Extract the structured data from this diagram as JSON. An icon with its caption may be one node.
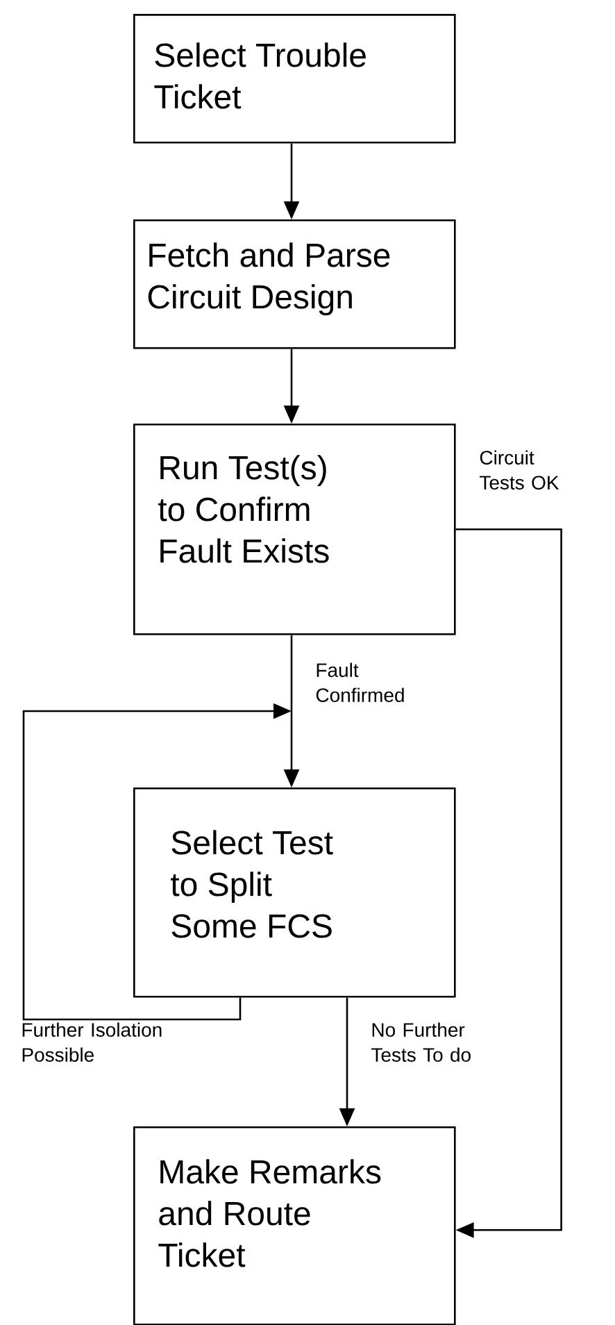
{
  "diagram": {
    "nodes": [
      {
        "text": [
          "Select Trouble Ticket"
        ]
      },
      {
        "text": [
          "Fetch and Parse Circuit Design"
        ]
      },
      {
        "text": [
          "Run Test(s) to Confirm Fault Exists"
        ]
      },
      {
        "text": [
          "Select Test to Split Some FCS"
        ]
      },
      {
        "text": [
          "Make Remarks and Route Ticket"
        ]
      }
    ],
    "edges": [
      {
        "from": 0,
        "to": 1,
        "arrow": "to"
      },
      {
        "from": 1,
        "to": 2,
        "arrow": "to"
      },
      {
        "from": 2,
        "to": 4,
        "arrow": "to",
        "label": "Circuit Tests OK"
      },
      {
        "from": 2,
        "to": 3,
        "arrow": "to",
        "label": "Fault Confirmed"
      },
      {
        "from": 3,
        "to": 3,
        "arrow": "to",
        "label": "Further Isolation Possible"
      },
      {
        "from": 3,
        "to": 4,
        "arrow": "to",
        "label": "No Further Tests To do"
      }
    ]
  }
}
